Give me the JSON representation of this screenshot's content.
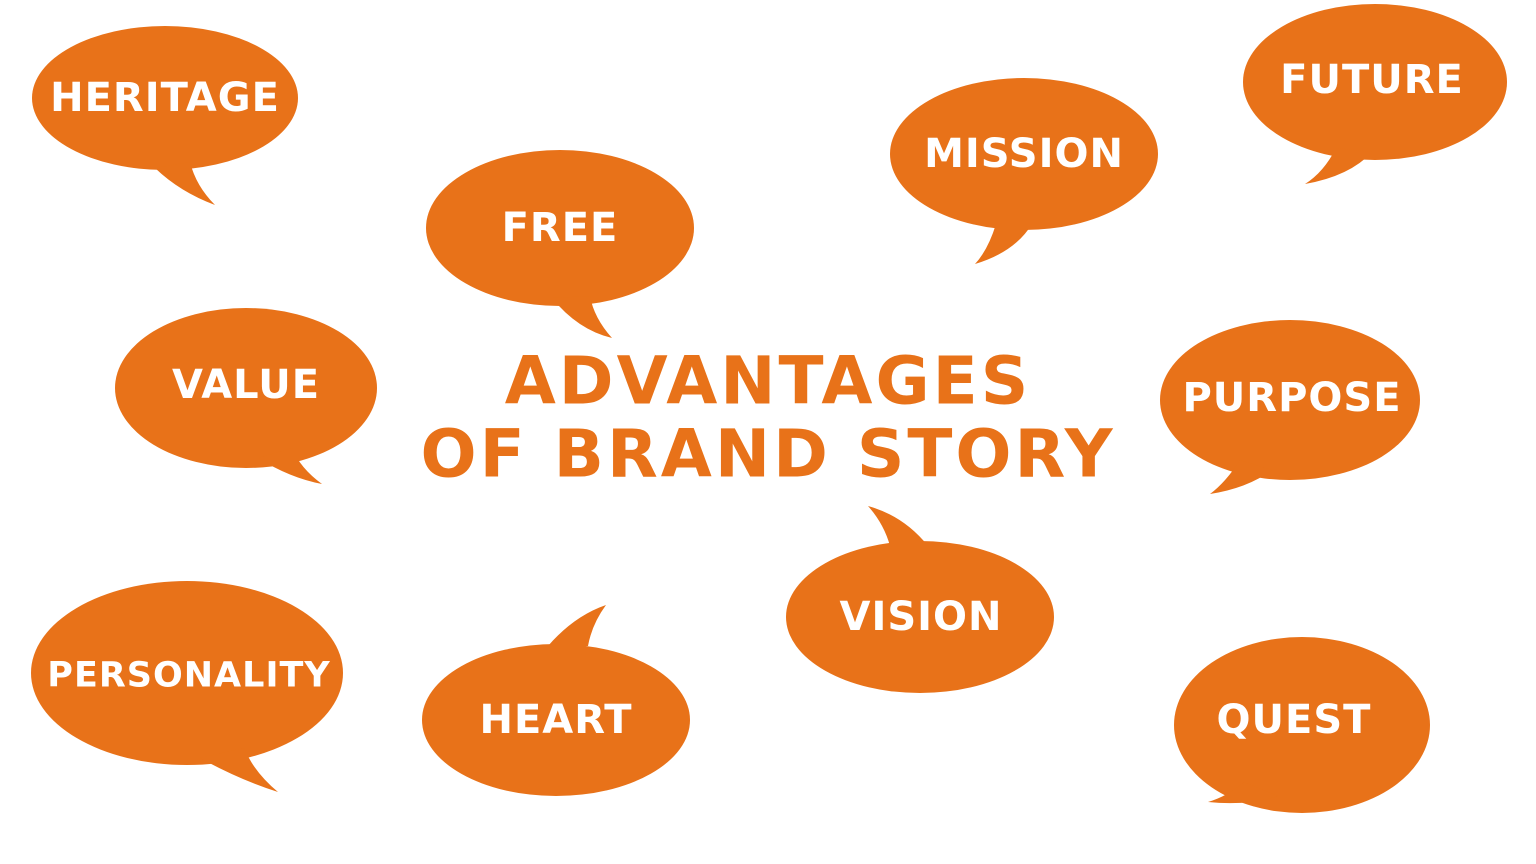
{
  "title": {
    "line1": "ADVANTAGES",
    "line2": "OF BRAND STORY"
  },
  "bubbles": [
    {
      "id": "heritage",
      "label": "HERITAGE"
    },
    {
      "id": "free",
      "label": "FREE"
    },
    {
      "id": "mission",
      "label": "MISSION"
    },
    {
      "id": "future",
      "label": "FUTURE"
    },
    {
      "id": "value",
      "label": "VALUE"
    },
    {
      "id": "purpose",
      "label": "PURPOSE"
    },
    {
      "id": "personality",
      "label": "PERSONALITY"
    },
    {
      "id": "heart",
      "label": "HEART"
    },
    {
      "id": "vision",
      "label": "VISION"
    },
    {
      "id": "quest",
      "label": "QUEST"
    }
  ],
  "colors": {
    "bubble": "#e87219",
    "bubble_text": "#ffffff",
    "title": "#e87219",
    "background": "#ffffff"
  }
}
